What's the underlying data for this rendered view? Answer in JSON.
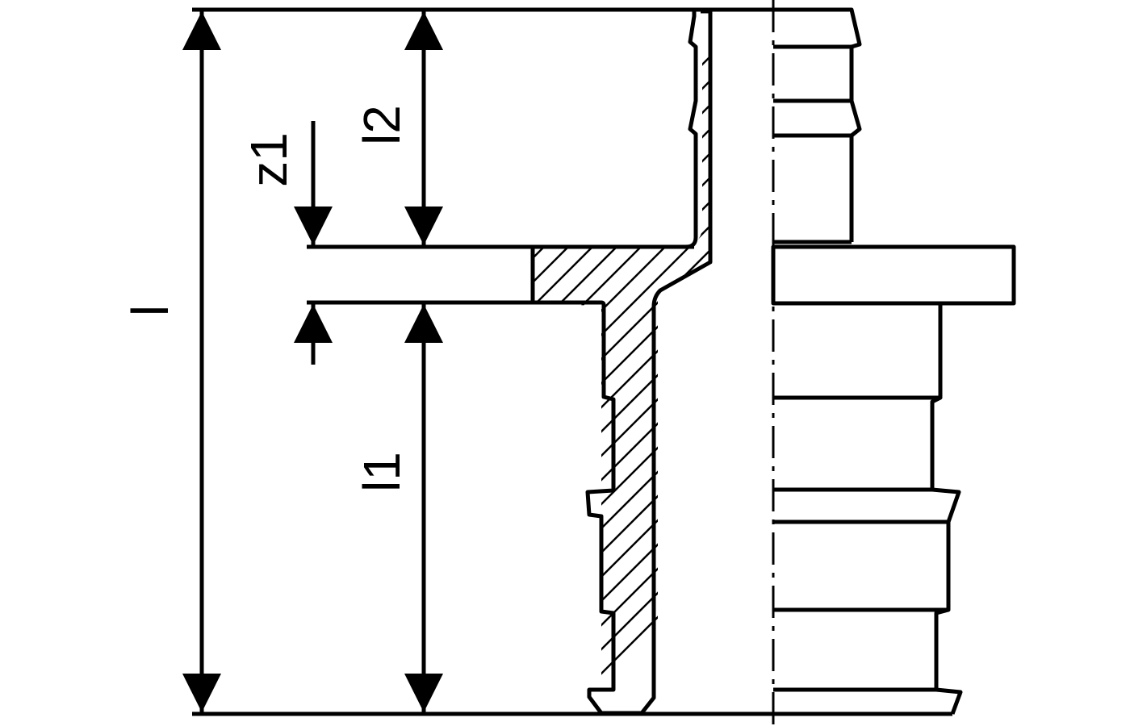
{
  "drawing": {
    "type": "technical-section-drawing",
    "dimensions": {
      "overall_length": "l",
      "socket_depth_upper": "l2",
      "socket_depth_lower": "l1",
      "insertion_offset": "z1"
    },
    "centerline": "dash-dot",
    "colors": {
      "stroke": "#000000",
      "background": "#ffffff"
    }
  }
}
